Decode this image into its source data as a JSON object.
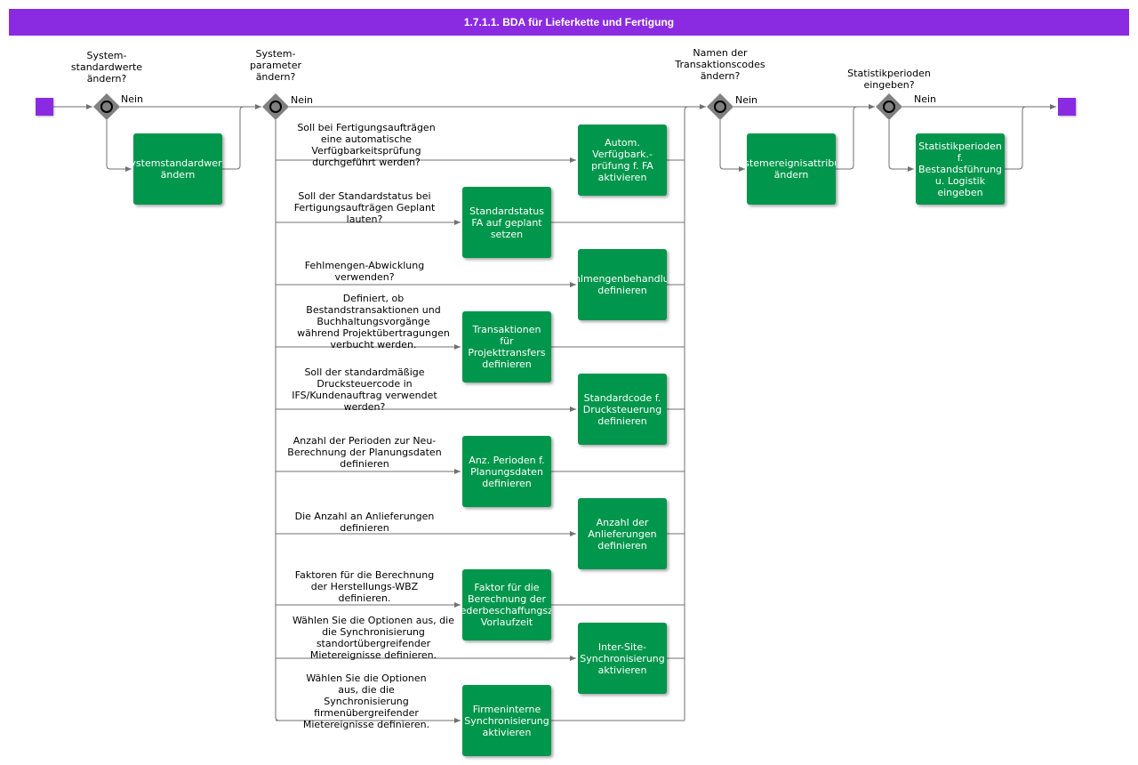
{
  "title": "1.7.1.1. BDA für Lieferkette und Fertigung",
  "colors": {
    "header": "#8a2be2",
    "task": "#00964b",
    "event": "#8a2be2",
    "gateway": "#808080"
  },
  "gateways": [
    {
      "question": "System-\nstandardwerte\nändern?",
      "no_label": "Nein"
    },
    {
      "question": "System-\nparameter\nändern?",
      "no_label": "Nein"
    },
    {
      "question": "Namen der\nTransaktionscodes\nändern?",
      "no_label": "Nein"
    },
    {
      "question": "Statistikperioden\neingeben?",
      "no_label": "Nein"
    }
  ],
  "single_tasks": [
    "Systemstandardwerte\nändern",
    "Systemereignisattribute\nändern",
    "Statistikperioden\nf.\nBestandsführung\nu. Logistik\neingeben"
  ],
  "parameter_tasks": [
    {
      "question": "Soll bei Fertigungsaufträgen\neine automatische\nVerfügbarkeitsprüfung\ndurchgeführt werden?",
      "task": "Autom.\nVerfügbark.-\nprüfung f. FA\naktivieren"
    },
    {
      "question": "Soll der Standardstatus bei\nFertigungsaufträgen Geplant\nlauten?",
      "task": "Standardstatus\nFA auf geplant\nsetzen"
    },
    {
      "question": "Fehlmengen-Abwicklung\nverwenden?",
      "task": "Fehlmengenbehandlung\ndefinieren"
    },
    {
      "question": "Definiert, ob\nBestandstransaktionen und\nBuchhaltungsvorgänge\nwährend Projektübertragungen\nverbucht werden.",
      "task": "Transaktionen\nfür\nProjekttransfers\ndefinieren"
    },
    {
      "question": "Soll der standardmäßige\nDrucksteuercode in\nIFS/Kundenauftrag verwendet\nwerden?",
      "task": "Standardcode f.\nDrucksteuerung\ndefinieren"
    },
    {
      "question": "Anzahl der Perioden zur Neu-\nBerechnung der Planungsdaten\ndefinieren",
      "task": "Anz. Perioden f.\nPlanungsdaten\ndefinieren"
    },
    {
      "question": "Die Anzahl an Anlieferungen\ndefinieren",
      "task": "Anzahl der\nAnlieferungen\ndefinieren"
    },
    {
      "question": "Faktoren für die Berechnung\nder Herstellungs-WBZ\ndefinieren.",
      "task": "Faktor für die\nBerechnung der\nWiederbeschaffungszeit\nVorlaufzeit"
    },
    {
      "question": "Wählen Sie die Optionen aus, die\ndie Synchronisierung\nstandortübergreifender\nMietereignisse definieren.",
      "task": "Inter-Site-\nSynchronisierung\naktivieren"
    },
    {
      "question": "Wählen Sie die Optionen\naus, die die\nSynchronisierung\nfirmenübergreifender\nMietereignisse definieren.",
      "task": "Firmeninterne\nSynchronisierung\naktivieren"
    }
  ]
}
